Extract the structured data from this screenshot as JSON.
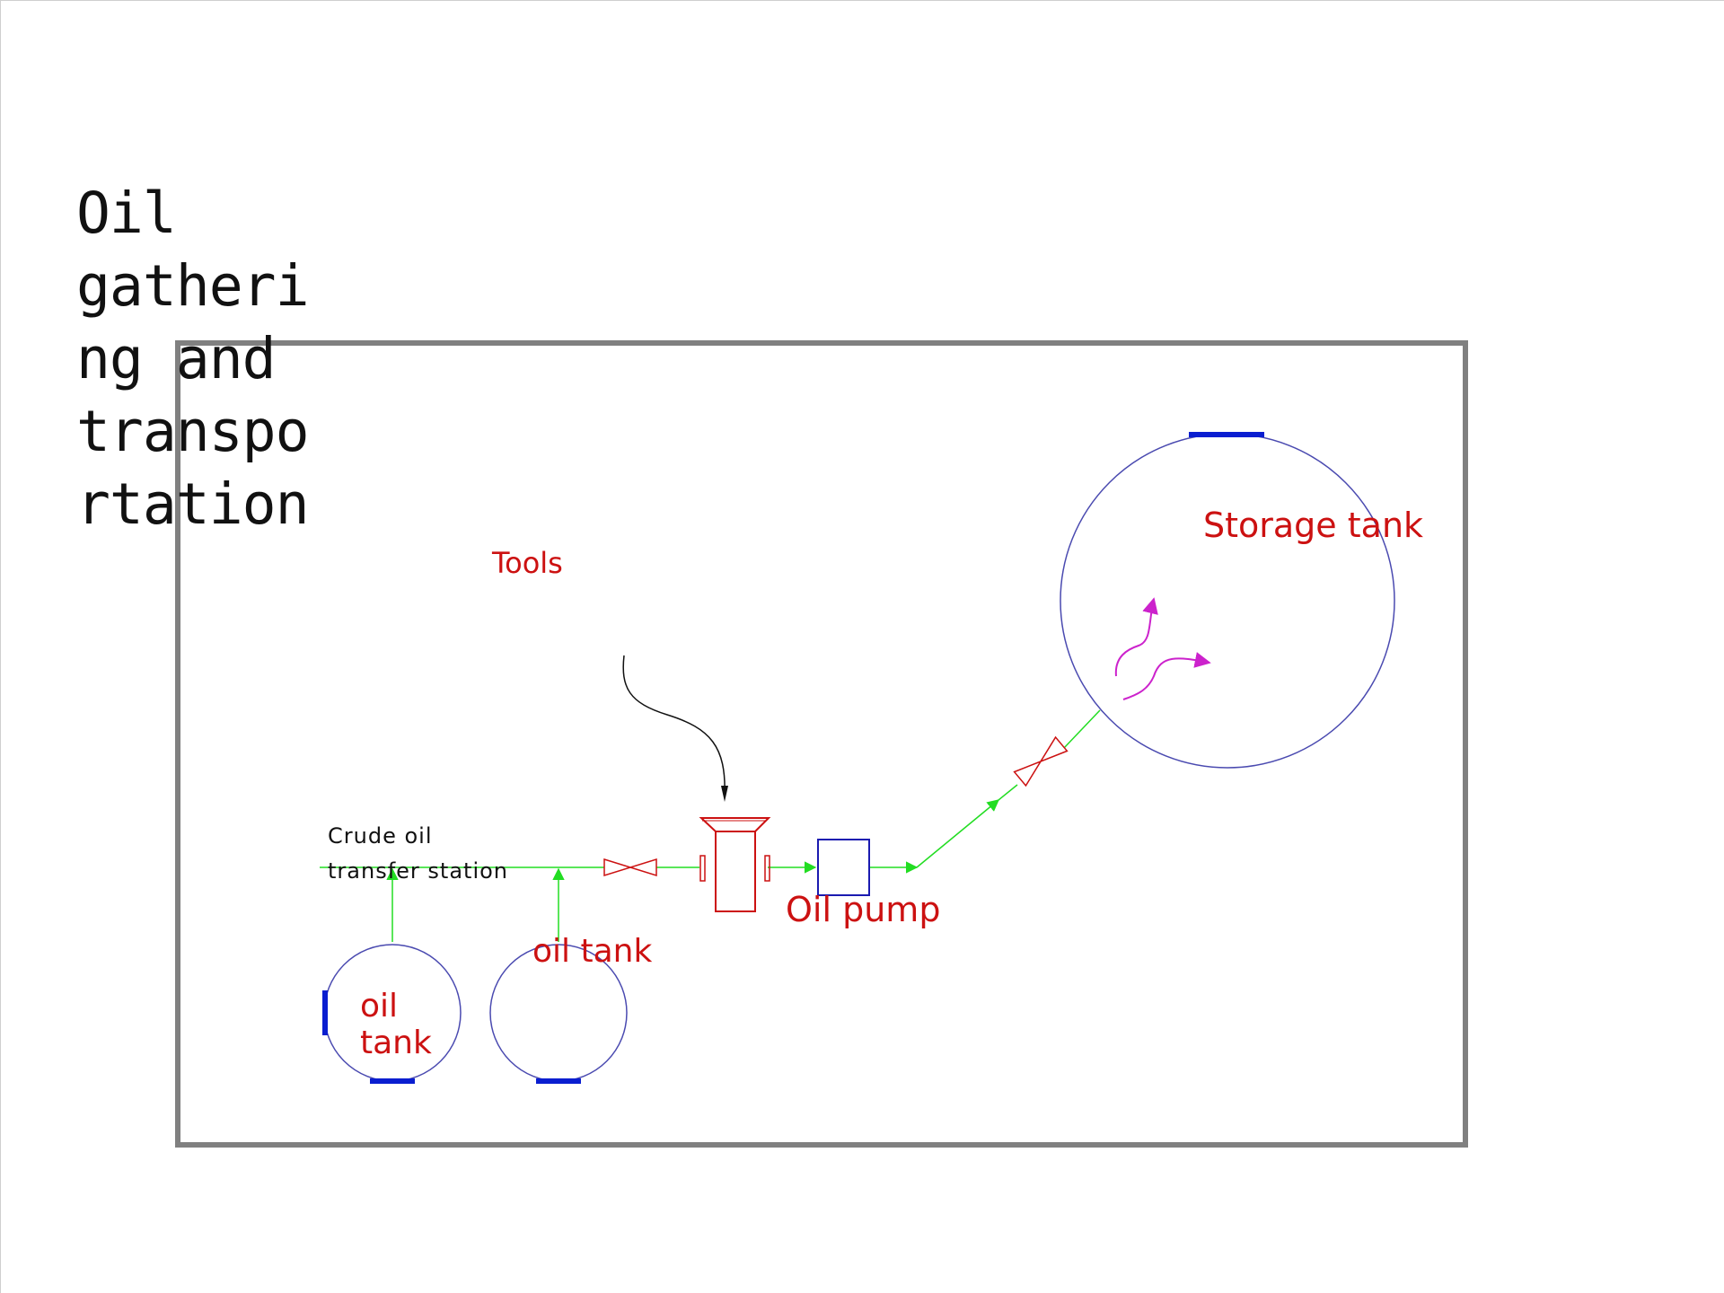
{
  "title": "Oil\ngatheri\nng and\ntranspo\nrtation",
  "labels": {
    "tools": "Tools",
    "station_line1": "Crude oil",
    "station_line2": "transfer station",
    "oil_tank_right": "oil tank",
    "oil_tank_left_line1": "oil",
    "oil_tank_left_line2": "tank",
    "oil_pump": "Oil pump",
    "storage_tank": "Storage tank"
  },
  "colors": {
    "frame": "#808080",
    "pipe": "#22dd22",
    "equipment_red": "#cc1111",
    "tank_outline": "#4a4ab0",
    "tank_nozzle": "#0a1ed0",
    "steam": "#cc22cc",
    "text": "#111111"
  }
}
